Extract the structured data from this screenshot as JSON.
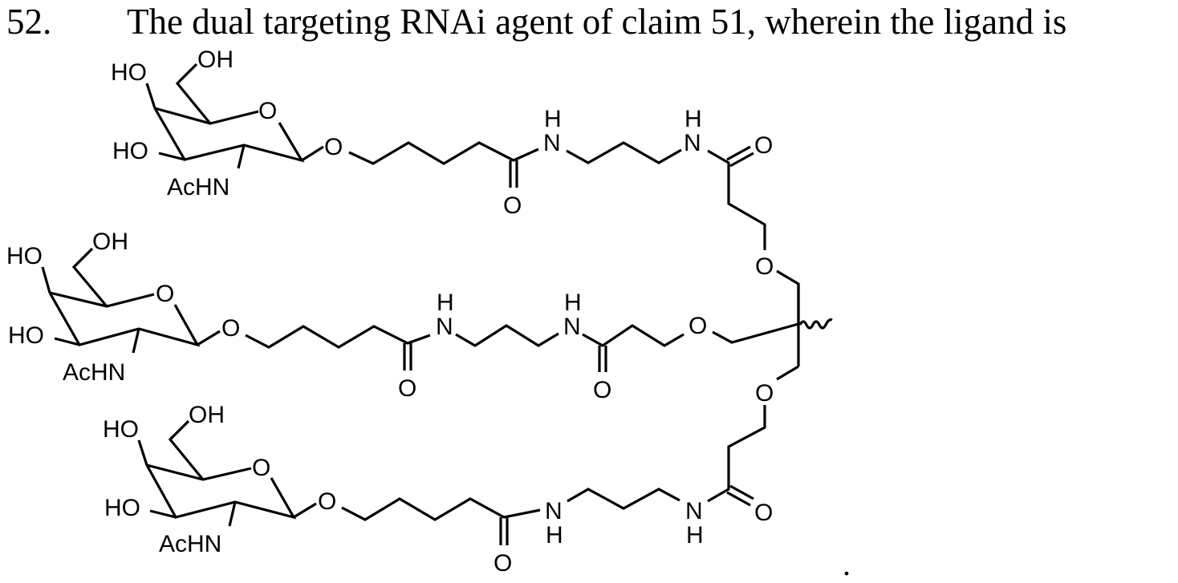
{
  "claim": {
    "number": "52.",
    "text": "The dual targeting RNAi agent of claim 51, wherein the ligand is",
    "terminal_punctuation": "."
  },
  "structure": {
    "description": "Triantennary GalNAc ligand attached via a branched trivalent linker",
    "labels": {
      "ho": "HO",
      "oh": "OH",
      "achn": "AcHN",
      "o": "O",
      "n": "N",
      "h": "H"
    },
    "antennae": [
      {
        "name": "top",
        "sugar": "GalNAc",
        "linker": "O-(CH2)4-C(=O)-NH-(CH2)3-NH-C(=O)-CH2CH2-O-CH2"
      },
      {
        "name": "middle",
        "sugar": "GalNAc",
        "linker": "O-(CH2)4-C(=O)-NH-(CH2)3-NH-C(=O)-CH2CH2-O-CH2"
      },
      {
        "name": "bottom",
        "sugar": "GalNAc",
        "linker": "O-(CH2)4-C(=O)-NH-(CH2)3-NH-C(=O)-CH2CH2-O-CH2"
      }
    ],
    "attachment_point": "wavy-bond"
  }
}
